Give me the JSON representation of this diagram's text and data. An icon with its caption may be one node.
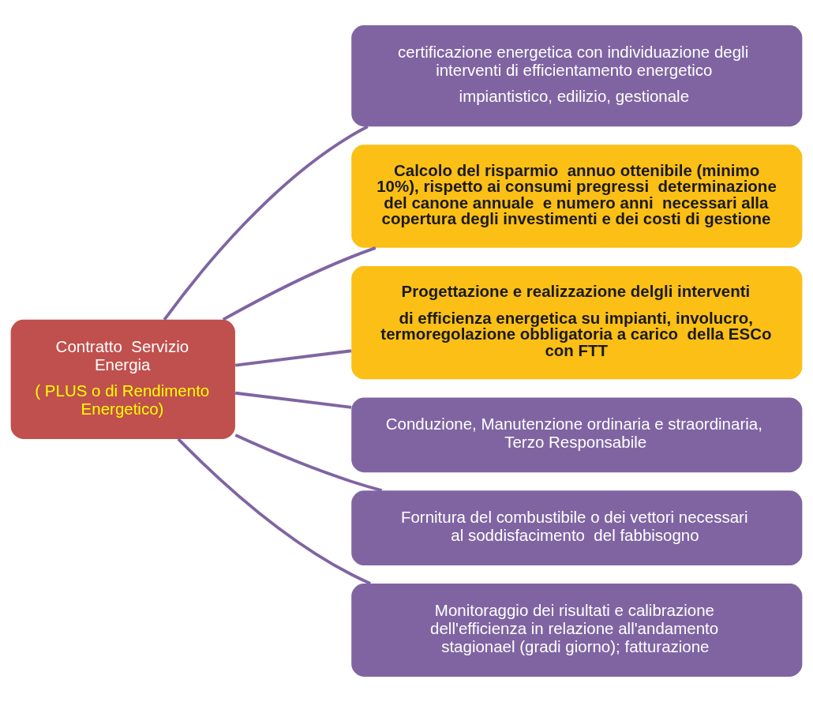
{
  "diagram": {
    "nodes": [
      {
        "text": [
          "Contratto  Servizio Energia",
          "( PLUS o di Rendimento Energetico)"
        ]
      },
      {
        "text": [
          "certificazione energetica con individuazione degli interventi di efficientamento energetico",
          "impiantistico, edilizio, gestionale"
        ]
      },
      {
        "text": [
          "Calcolo del risparmio  annuo ottenibile (minimo 10%), rispetto ai consumi pregressi  determinazione del canone annuale  e numero anni  necessari alla copertura degli investimenti e dei costi di gestione"
        ]
      },
      {
        "text": [
          "Progettazione e realizzazione delgli interventi",
          "di efficienza energetica su impianti, involucro, termoregolazione obbligatoria a carico  della ESCo con FTT"
        ]
      },
      {
        "text": [
          "Conduzione, Manutenzione ordinaria e straordinaria, Terzo Responsabile"
        ]
      },
      {
        "text": [
          "Fornitura del combustibile o dei vettori necessari al soddisfacimento  del fabbisogno"
        ]
      },
      {
        "text": [
          "Monitoraggio dei risultati e calibrazione dell'efficienza in relazione all'andamento stagionael (gradi giorno); fatturazione"
        ]
      }
    ],
    "edges": [
      {
        "from": 0,
        "to": 1,
        "arrow": "none"
      },
      {
        "from": 0,
        "to": 2,
        "arrow": "none"
      },
      {
        "from": 0,
        "to": 3,
        "arrow": "none"
      },
      {
        "from": 0,
        "to": 4,
        "arrow": "none"
      },
      {
        "from": 0,
        "to": 5,
        "arrow": "none"
      },
      {
        "from": 0,
        "to": 6,
        "arrow": "none"
      }
    ]
  }
}
